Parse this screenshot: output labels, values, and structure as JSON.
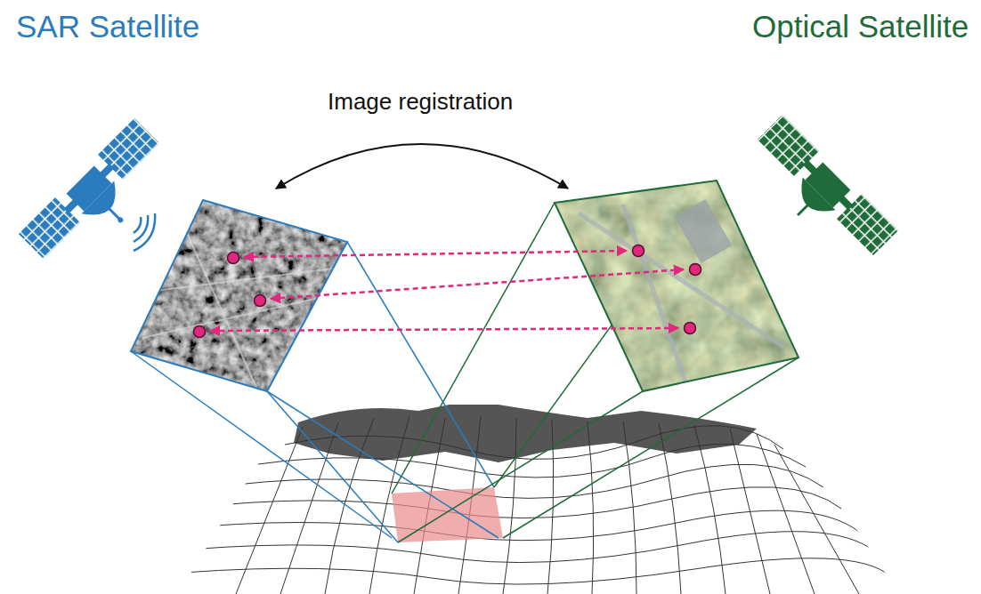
{
  "diagram": {
    "labels": [
      "SAR Satellite",
      "Optical Satellite",
      "Image registration"
    ]
  }
}
